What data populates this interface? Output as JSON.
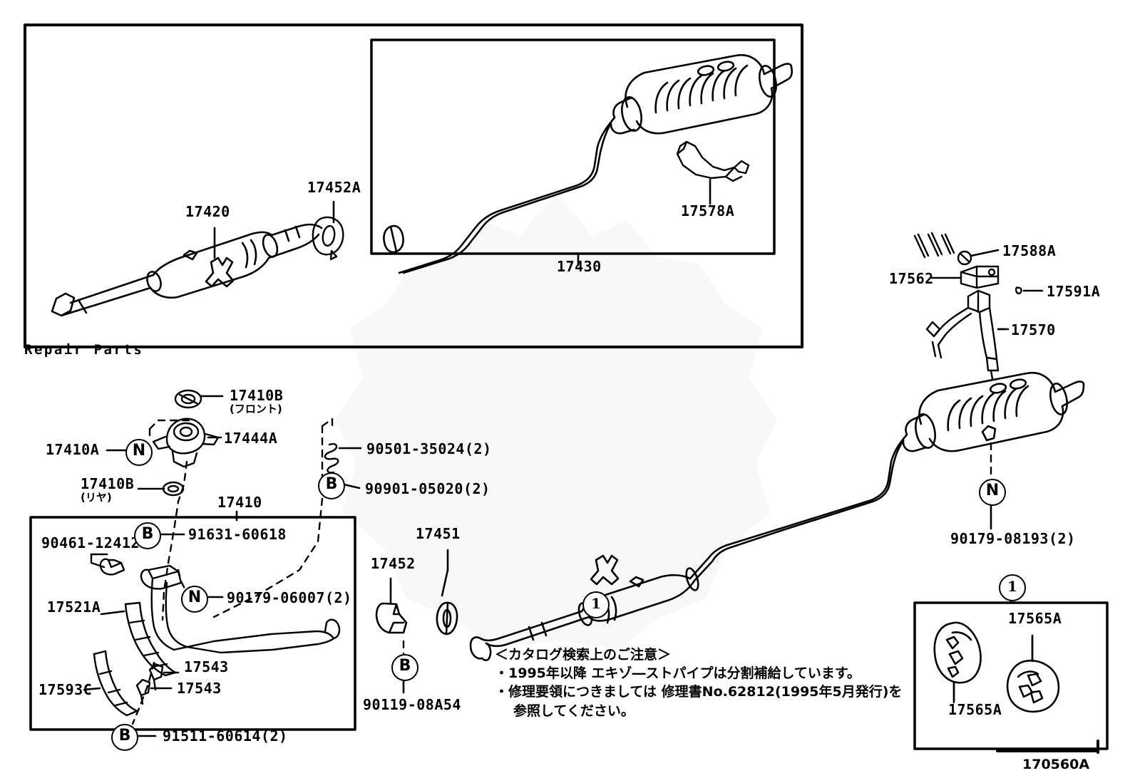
{
  "diagram": {
    "code": "170560A",
    "repair_parts_caption": "Repair Parts",
    "watermark_name": "samurai-mask-watermark"
  },
  "top_panel": {
    "front_pipe_label": "17420",
    "gasket_label": "17452A",
    "inset": {
      "tailpipe_muffler_label": "17430",
      "bracket_label": "17578A"
    }
  },
  "right_hardware": {
    "clip_label": "17588A",
    "cushion_label": "17562",
    "bolt_label": "17591A",
    "hanger_label": "17570"
  },
  "right_muffler": {
    "nut_label": "90179-08193(2)",
    "circle_n": "N"
  },
  "mid_left": {
    "ring_front_label": "17410B",
    "ring_front_sub": "(フロント)",
    "ring_rear_label": "17410B",
    "ring_rear_sub": "(リヤ)",
    "support_label": "17444A",
    "pipe_label": "17410A",
    "circle_n": "N",
    "exhaust_pipe_label": "17410",
    "spring_label": "90501-35024(2)",
    "bolt_label": "90901-05020(2)",
    "circle_b_spring": "B"
  },
  "lower_left_box": {
    "gasket_label": "90461-12412",
    "bolt_label": "91631-60618",
    "circle_b_top": "B",
    "heat_insulator_label": "17521A",
    "nut_label": "90179-06007(2)",
    "circle_n": "N",
    "clamp_label_1": "17543",
    "clamp_label_2": "17543",
    "insulator_label": "17593C",
    "bolt_bottom_label": "91511-60614(2)",
    "circle_b_bottom": "B"
  },
  "center_assembly": {
    "gasket_label": "17452",
    "ring_label": "17451",
    "bolt_label": "90119-08A54",
    "circle_b": "B",
    "circle_one": "1"
  },
  "bottom_right_box": {
    "circle_one": "1",
    "support_label_top": "17565A",
    "support_label_bottom": "17565A"
  },
  "note": {
    "heading": "＜カタログ検索上のご注意＞",
    "line1": "・1995年以降 エキゾ―ストパイプは分割補給しています。",
    "line2": "・修理要領につきましては 修理書No.62812(1995年5月発行)を",
    "line3": "参照してください。"
  }
}
